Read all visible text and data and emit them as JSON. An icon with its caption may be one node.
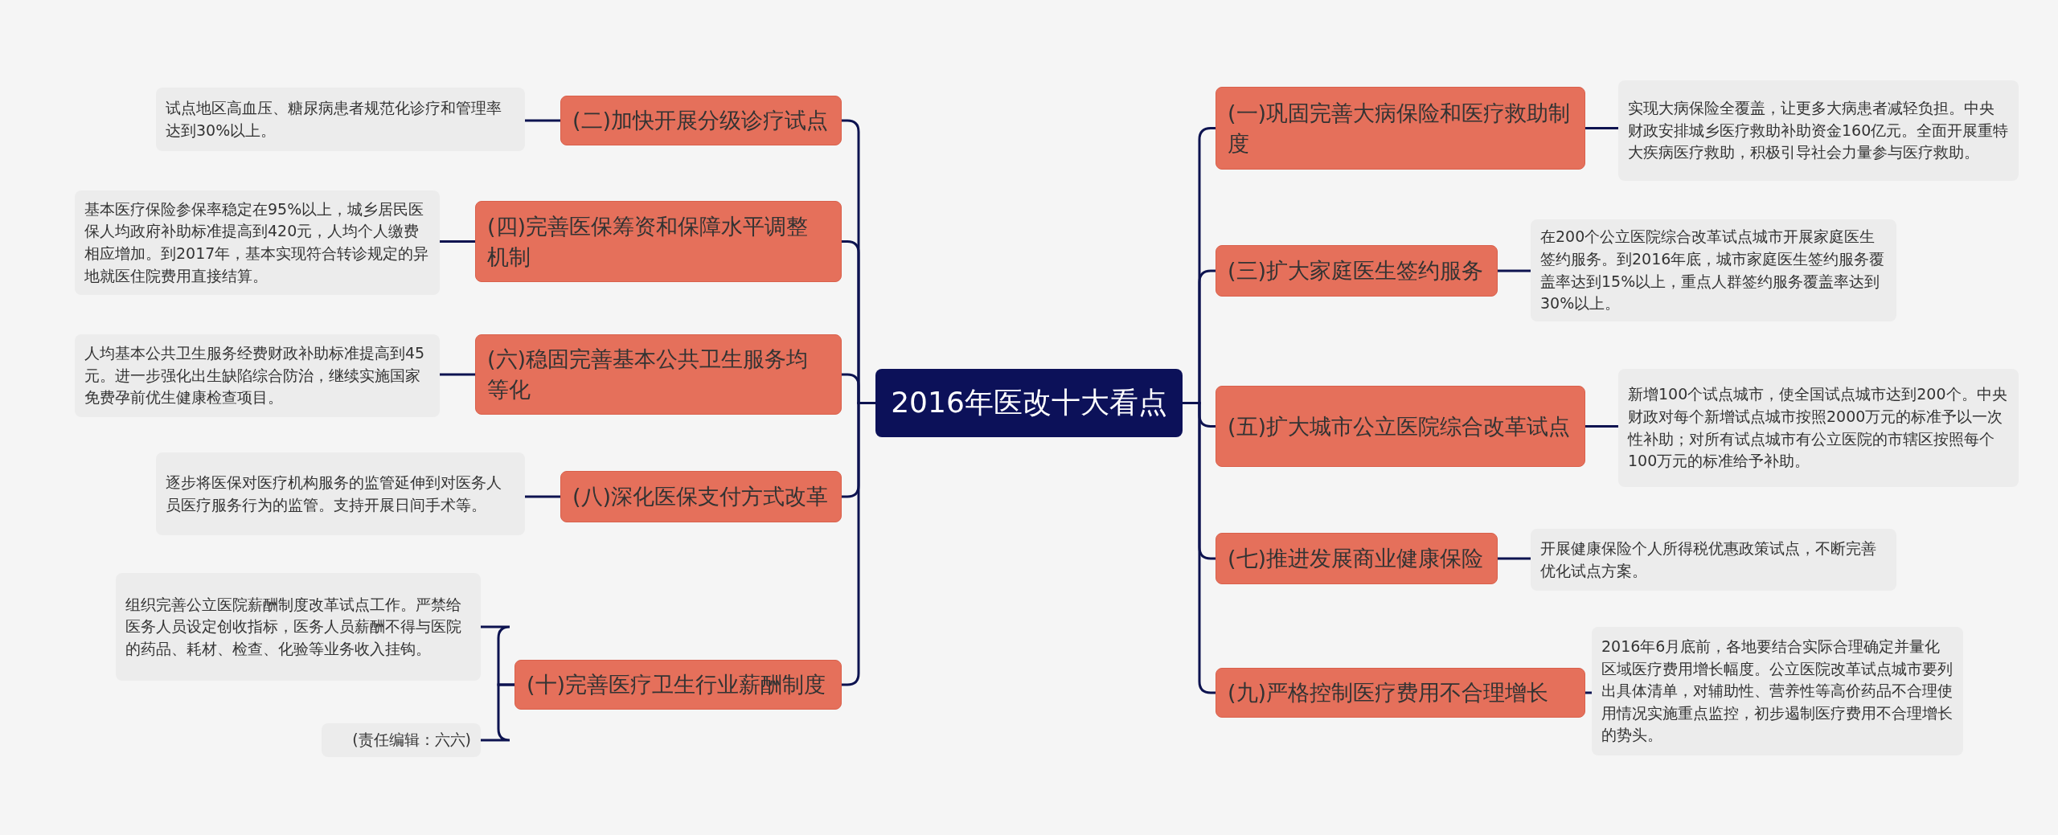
{
  "diagram": {
    "nodes": [
      {
        "text": [
          "2016年医改十大看点"
        ]
      },
      {
        "text": [
          "(二)加快开展分级诊疗试点"
        ]
      },
      {
        "text": [
          "试点地区高血压、糖尿病患者规范化诊疗和管理率达到30%以上。"
        ]
      },
      {
        "text": [
          "(四)完善医保筹资和保障水平调整机制"
        ]
      },
      {
        "text": [
          "基本医疗保险参保率稳定在95%以上，城乡居民医保人均政府补助标准提高到420元，人均个人缴费相应增加。到2017年，基本实现符合转诊规定的异地就医住院费用直接结算。"
        ]
      },
      {
        "text": [
          "(六)稳固完善基本公共卫生服务均等化"
        ]
      },
      {
        "text": [
          "人均基本公共卫生服务经费财政补助标准提高到45元。进一步强化出生缺陷综合防治，继续实施国家免费孕前优生健康检查项目。"
        ]
      },
      {
        "text": [
          "(八)深化医保支付方式改革"
        ]
      },
      {
        "text": [
          "逐步将医保对医疗机构服务的监管延伸到对医务人员医疗服务行为的监管。支持开展日间手术等。"
        ]
      },
      {
        "text": [
          "(十)完善医疗卫生行业薪酬制度"
        ]
      },
      {
        "text": [
          "组织完善公立医院薪酬制度改革试点工作。严禁给医务人员设定创收指标，医务人员薪酬不得与医院的药品、耗材、检查、化验等业务收入挂钩。"
        ]
      },
      {
        "text": [
          "(责任编辑：六六)"
        ]
      },
      {
        "text": [
          "(一)巩固完善大病保险和医疗救助制度"
        ]
      },
      {
        "text": [
          "实现大病保险全覆盖，让更多大病患者减轻负担。中央财政安排城乡医疗救助补助资金160亿元。全面开展重特大疾病医疗救助，积极引导社会力量参与医疗救助。"
        ]
      },
      {
        "text": [
          "(三)扩大家庭医生签约服务"
        ]
      },
      {
        "text": [
          "在200个公立医院综合改革试点城市开展家庭医生签约服务。到2016年底，城市家庭医生签约服务覆盖率达到15%以上，重点人群签约服务覆盖率达到30%以上。"
        ]
      },
      {
        "text": [
          "(五)扩大城市公立医院综合改革试点"
        ]
      },
      {
        "text": [
          "新增100个试点城市，使全国试点城市达到200个。中央财政对每个新增试点城市按照2000万元的标准予以一次性补助；对所有试点城市有公立医院的市辖区按照每个100万元的标准给予补助。"
        ]
      },
      {
        "text": [
          "(七)推进发展商业健康保险"
        ]
      },
      {
        "text": [
          "开展健康保险个人所得税优惠政策试点，不断完善优化试点方案。"
        ]
      },
      {
        "text": [
          "(九)严格控制医疗费用不合理增长"
        ]
      },
      {
        "text": [
          "2016年6月底前，各地要结合实际合理确定并量化区域医疗费用增长幅度。公立医院改革试点城市要列出具体清单，对辅助性、营养性等高价药品不合理使用情况实施重点监控，初步遏制医疗费用不合理增长的势头。"
        ]
      }
    ],
    "edges": [
      {
        "from": 0,
        "to": 1,
        "arrow": "none"
      },
      {
        "from": 1,
        "to": 2,
        "arrow": "none"
      },
      {
        "from": 0,
        "to": 3,
        "arrow": "none"
      },
      {
        "from": 3,
        "to": 4,
        "arrow": "none"
      },
      {
        "from": 0,
        "to": 5,
        "arrow": "none"
      },
      {
        "from": 5,
        "to": 6,
        "arrow": "none"
      },
      {
        "from": 0,
        "to": 7,
        "arrow": "none"
      },
      {
        "from": 7,
        "to": 8,
        "arrow": "none"
      },
      {
        "from": 0,
        "to": 9,
        "arrow": "none"
      },
      {
        "from": 9,
        "to": 10,
        "arrow": "none"
      },
      {
        "from": 9,
        "to": 11,
        "arrow": "none"
      },
      {
        "from": 0,
        "to": 12,
        "arrow": "none"
      },
      {
        "from": 12,
        "to": 13,
        "arrow": "none"
      },
      {
        "from": 0,
        "to": 14,
        "arrow": "none"
      },
      {
        "from": 14,
        "to": 15,
        "arrow": "none"
      },
      {
        "from": 0,
        "to": 16,
        "arrow": "none"
      },
      {
        "from": 16,
        "to": 17,
        "arrow": "none"
      },
      {
        "from": 0,
        "to": 18,
        "arrow": "none"
      },
      {
        "from": 18,
        "to": 19,
        "arrow": "none"
      },
      {
        "from": 0,
        "to": 20,
        "arrow": "none"
      },
      {
        "from": 20,
        "to": 21,
        "arrow": "none"
      }
    ]
  }
}
